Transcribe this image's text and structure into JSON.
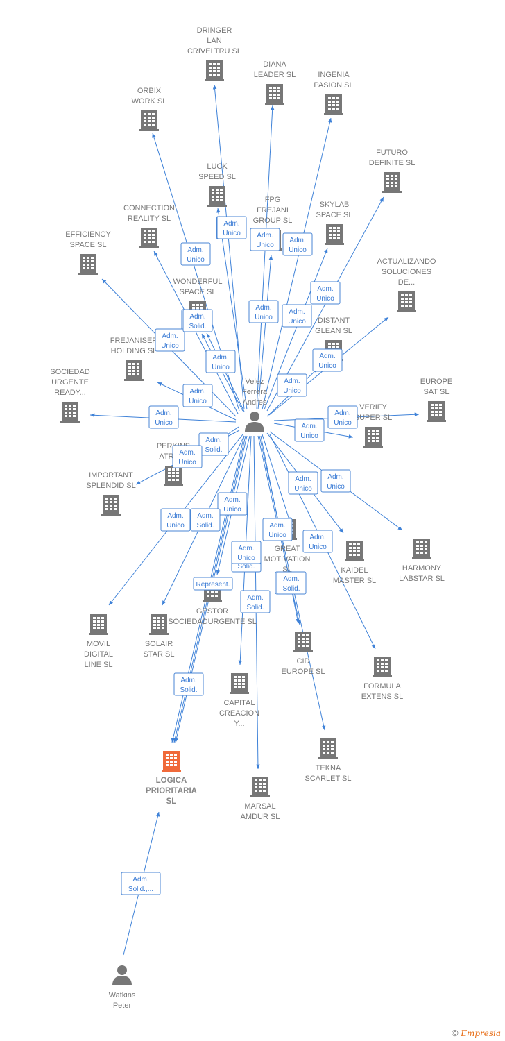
{
  "colors": {
    "edge": "#3f82d8",
    "building": "#777777",
    "focus_building": "#f06a3a",
    "person": "#777777"
  },
  "nodes": [
    {
      "id": "velez",
      "kind": "person",
      "label": [
        "Velez",
        "Ferrera",
        "Andres"
      ]
    },
    {
      "id": "watkins",
      "kind": "person",
      "label": [
        "Watkins",
        "Peter"
      ]
    },
    {
      "id": "logica",
      "kind": "company",
      "focus": true,
      "label": [
        "LOGICA",
        "PRIORITARIA",
        "SL"
      ]
    },
    {
      "id": "dringer",
      "kind": "company",
      "label": [
        "DRINGER",
        "LAN",
        "CRIVELTRU SL"
      ]
    },
    {
      "id": "diana",
      "kind": "company",
      "label": [
        "DIANA",
        "LEADER  SL"
      ]
    },
    {
      "id": "ingenia",
      "kind": "company",
      "label": [
        "INGENIA",
        "PASION  SL"
      ]
    },
    {
      "id": "orbix",
      "kind": "company",
      "label": [
        "ORBIX",
        "WORK  SL"
      ]
    },
    {
      "id": "futuro",
      "kind": "company",
      "label": [
        "FUTURO",
        "DEFINITE  SL"
      ]
    },
    {
      "id": "luck",
      "kind": "company",
      "label": [
        "LUCK",
        "SPEED  SL"
      ]
    },
    {
      "id": "fpg",
      "kind": "company",
      "label": [
        "FPG",
        "FREJANI",
        "GROUP  SL"
      ]
    },
    {
      "id": "skylab",
      "kind": "company",
      "label": [
        "SKYLAB",
        "SPACE  SL"
      ]
    },
    {
      "id": "connection",
      "kind": "company",
      "label": [
        "CONNECTION",
        "REALITY  SL"
      ]
    },
    {
      "id": "efficiency",
      "kind": "company",
      "label": [
        "EFFICIENCY",
        "SPACE SL"
      ]
    },
    {
      "id": "actualizando",
      "kind": "company",
      "label": [
        "ACTUALIZANDO",
        "SOLUCIONES",
        "DE..."
      ]
    },
    {
      "id": "wonderful",
      "kind": "company",
      "label": [
        "WONDERFUL",
        "SPACE  SL"
      ]
    },
    {
      "id": "distant",
      "kind": "company",
      "label": [
        "DISTANT",
        "GLEAN  SL"
      ]
    },
    {
      "id": "frejaniser",
      "kind": "company",
      "label": [
        "FREJANISER",
        "HOLDING  SL"
      ]
    },
    {
      "id": "sociedad",
      "kind": "company",
      "label": [
        "SOCIEDAD",
        "URGENTE",
        "READY..."
      ]
    },
    {
      "id": "europe",
      "kind": "company",
      "label": [
        "EUROPE",
        "SAT  SL"
      ]
    },
    {
      "id": "verify",
      "kind": "company",
      "label": [
        "VERIFY",
        "SUPER  SL"
      ]
    },
    {
      "id": "perkins",
      "kind": "company",
      "label": [
        "PERKINS",
        "ATRIUM"
      ]
    },
    {
      "id": "important",
      "kind": "company",
      "label": [
        "IMPORTANT",
        "SPLENDID  SL"
      ]
    },
    {
      "id": "great",
      "kind": "company",
      "label": [
        "GREAT",
        "MOTIVATION",
        "SL"
      ]
    },
    {
      "id": "kaidel",
      "kind": "company",
      "label": [
        "KAIDEL",
        "MASTER  SL"
      ]
    },
    {
      "id": "harmony",
      "kind": "company",
      "label": [
        "HARMONY",
        "LABSTAR SL"
      ]
    },
    {
      "id": "gestor",
      "kind": "company",
      "label": [
        "GESTOR",
        "SOCIEDADURGENTE SL"
      ]
    },
    {
      "id": "movil",
      "kind": "company",
      "label": [
        "MOVIL",
        "DIGITAL",
        "LINE SL"
      ]
    },
    {
      "id": "solair",
      "kind": "company",
      "label": [
        "SOLAIR",
        "STAR  SL"
      ]
    },
    {
      "id": "cid",
      "kind": "company",
      "label": [
        "CID",
        "EUROPE  SL"
      ]
    },
    {
      "id": "formula",
      "kind": "company",
      "label": [
        "FORMULA",
        "EXTENS  SL"
      ]
    },
    {
      "id": "capital",
      "kind": "company",
      "label": [
        "CAPITAL",
        "CREACION",
        "Y..."
      ]
    },
    {
      "id": "tekna",
      "kind": "company",
      "label": [
        "TEKNA",
        "SCARLET  SL"
      ]
    },
    {
      "id": "marsal",
      "kind": "company",
      "label": [
        "MARSAL",
        "AMDUR  SL"
      ]
    }
  ],
  "edges": [
    {
      "from": "velez",
      "to": "dringer",
      "label": [
        "Adm.",
        "Unico"
      ]
    },
    {
      "from": "velez",
      "to": "diana",
      "label": [
        "Adm.",
        "Unico"
      ]
    },
    {
      "from": "velez",
      "to": "ingenia",
      "label": [
        "Adm.",
        "Unico"
      ]
    },
    {
      "from": "velez",
      "to": "orbix",
      "label": [
        "Adm.",
        "Unico"
      ]
    },
    {
      "from": "velez",
      "to": "futuro",
      "label": [
        "Adm.",
        "Unico"
      ]
    },
    {
      "from": "velez",
      "to": "luck",
      "label": [
        "Adm.",
        "Unico"
      ]
    },
    {
      "from": "velez",
      "to": "fpg",
      "label": [
        "Adm.",
        "Unico"
      ]
    },
    {
      "from": "velez",
      "to": "skylab",
      "label": [
        "Adm.",
        "Unico"
      ]
    },
    {
      "from": "velez",
      "to": "connection",
      "label": [
        "Adm.",
        "Unico"
      ]
    },
    {
      "from": "velez",
      "to": "efficiency",
      "label": [
        "Adm.",
        "Unico"
      ]
    },
    {
      "from": "velez",
      "to": "actualizando",
      "label": [
        "Adm.",
        "Unico"
      ]
    },
    {
      "from": "velez",
      "to": "wonderful",
      "label": [
        "Adm.",
        "Unico"
      ]
    },
    {
      "from": "velez",
      "to": "distant",
      "label": [
        "Adm.",
        "Unico"
      ]
    },
    {
      "from": "velez",
      "to": "frejaniser",
      "label": [
        "Adm.",
        "Unico"
      ]
    },
    {
      "from": "velez",
      "to": "sociedad",
      "label": [
        "Adm.",
        "Unico"
      ]
    },
    {
      "from": "velez",
      "to": "europe",
      "label": [
        "Adm.",
        "Unico"
      ]
    },
    {
      "from": "velez",
      "to": "verify",
      "label": [
        "Adm.",
        "Unico"
      ]
    },
    {
      "from": "velez",
      "to": "perkins",
      "label": [
        "Adm.",
        "Solid."
      ]
    },
    {
      "from": "velez",
      "to": "important",
      "label": [
        "Adm.",
        "Unico"
      ]
    },
    {
      "from": "velez",
      "to": "great",
      "label": [
        "Adm.",
        "Unico"
      ]
    },
    {
      "from": "velez",
      "to": "kaidel",
      "label": [
        "Adm.",
        "Unico"
      ]
    },
    {
      "from": "velez",
      "to": "harmony",
      "label": [
        "Adm.",
        "Unico"
      ]
    },
    {
      "from": "velez",
      "to": "gestor",
      "label": [
        "Adm.",
        "Unico"
      ]
    },
    {
      "from": "velez",
      "to": "movil",
      "label": [
        "Adm.",
        "Unico"
      ]
    },
    {
      "from": "velez",
      "to": "solair",
      "label": [
        "Adm.",
        "Solid."
      ]
    },
    {
      "from": "velez",
      "to": "cid",
      "label": [
        "Adm.",
        "Solid."
      ]
    },
    {
      "from": "velez",
      "to": "formula",
      "label": [
        "Adm.",
        "Unico"
      ]
    },
    {
      "from": "velez",
      "to": "capital",
      "label": [
        "Adm.",
        "Solid."
      ]
    },
    {
      "from": "velez",
      "to": "tekna",
      "label": [
        "Adm.",
        "Solid."
      ]
    },
    {
      "from": "velez",
      "to": "marsal",
      "label": [
        "Adm.",
        "Solid."
      ]
    },
    {
      "from": "velez",
      "to": "logica",
      "label": [
        "Adm.",
        "Solid."
      ]
    },
    {
      "from": "velez",
      "to": "logica",
      "label": [
        "Represent."
      ]
    },
    {
      "from": "velez",
      "to": "logica",
      "label": [
        "Adm.",
        "Solid."
      ]
    },
    {
      "from": "watkins",
      "to": "logica",
      "label": [
        "Adm.",
        "Solid.,..."
      ]
    },
    {
      "from": "velez",
      "to": "wonderful",
      "label": [
        "Adm.",
        "Solid."
      ]
    },
    {
      "from": "velez",
      "to": "cid",
      "label": [
        "Adm.",
        "Unico"
      ]
    }
  ],
  "footer": {
    "copyright": "©",
    "brand": "Empresia"
  }
}
